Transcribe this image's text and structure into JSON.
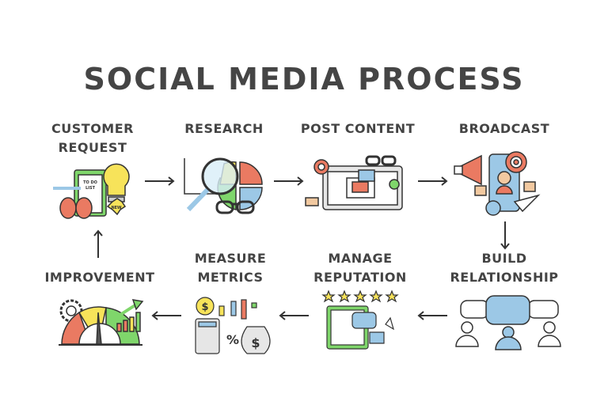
{
  "title": "SOCIAL MEDIA PROCESS",
  "steps": [
    {
      "line1": "CUSTOMER",
      "line2": "REQUEST",
      "icon": "clipboard-bulb-brain-icon",
      "icon_text": [
        "TO DO",
        "LIST",
        "NEW"
      ]
    },
    {
      "line1": "RESEARCH",
      "line2": "",
      "icon": "magnifier-pie-chart-icon"
    },
    {
      "line1": "POST CONTENT",
      "line2": "",
      "icon": "browser-content-icon"
    },
    {
      "line1": "BROADCAST",
      "line2": "",
      "icon": "megaphone-phone-icon"
    },
    {
      "line1": "BUILD",
      "line2": "RELATIONSHIP",
      "icon": "speech-bubbles-people-icon"
    },
    {
      "line1": "MANAGE",
      "line2": "REPUTATION",
      "icon": "rating-stars-checklist-icon"
    },
    {
      "line1": "MEASURE",
      "line2": "METRICS",
      "icon": "calculator-candles-money-icon"
    },
    {
      "line1": "",
      "line2": "IMPROVEMENT",
      "icon": "gauge-gear-growth-icon"
    }
  ],
  "colors": {
    "text": "#444444",
    "yellow": "#f7e35a",
    "red": "#ea7a62",
    "green": "#7fd66b",
    "blue": "#9cc8e6",
    "stroke": "#3a3a3a"
  }
}
